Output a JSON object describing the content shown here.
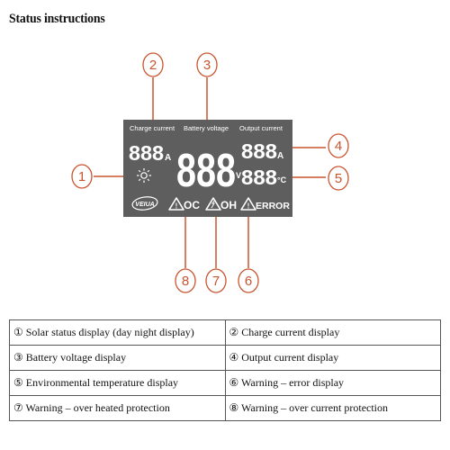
{
  "title": "Status instructions",
  "lcd": {
    "headers": {
      "charge": "Charge current",
      "battery": "Battery voltage",
      "output": "Output current"
    },
    "digits_small": "888",
    "digits_big": "888",
    "unit_amp_top": "A",
    "unit_amp_bottom": "A",
    "unit_volt": "V",
    "unit_temp": "°C",
    "logo": "VEIUA",
    "warn_oc": "OC",
    "warn_oh": "OH",
    "warn_error": "ERROR",
    "sun_icon": "sun-icon",
    "moon_icon": "moon-icon",
    "warning_icon": "warning-triangle-icon",
    "accent_color": "#c8542e",
    "panel_color": "#5e5e5e",
    "segment_color": "#ffffff"
  },
  "callouts": [
    "1",
    "2",
    "3",
    "4",
    "5",
    "6",
    "7",
    "8"
  ],
  "legend": [
    [
      "① Solar status display (day night display)",
      "② Charge current display"
    ],
    [
      "③ Battery voltage display",
      "④ Output current display"
    ],
    [
      "⑤ Environmental temperature display",
      "⑥ Warning – error display"
    ],
    [
      "⑦ Warning – over heated protection",
      "⑧ Warning – over current protection"
    ]
  ]
}
